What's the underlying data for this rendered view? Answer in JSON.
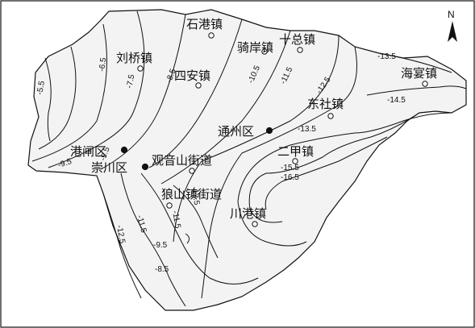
{
  "north": {
    "label": "N"
  },
  "towns": [
    {
      "name": "石港镇",
      "marker": "open"
    },
    {
      "name": "十总镇",
      "marker": "open"
    },
    {
      "name": "骑岸镇",
      "marker": "open"
    },
    {
      "name": "刘桥镇",
      "marker": "open"
    },
    {
      "name": "四安镇",
      "marker": "open"
    },
    {
      "name": "海宴镇",
      "marker": "open"
    },
    {
      "name": "东社镇",
      "marker": "open"
    },
    {
      "name": "通州区",
      "marker": "filled"
    },
    {
      "name": "港闸区",
      "marker": "filled"
    },
    {
      "name": "崇川区",
      "marker": "filled"
    },
    {
      "name": "观音山街道",
      "marker": "open"
    },
    {
      "name": "二甲镇",
      "marker": "open"
    },
    {
      "name": "狼山镇街道",
      "marker": "open"
    },
    {
      "name": "川港镇",
      "marker": "open"
    }
  ],
  "contour_labels": [
    "-5.5",
    "-6.5",
    "-7.5",
    "-8.5",
    "-9.5",
    "-10.5",
    "-11.5",
    "-12.5",
    "-13.5",
    "-13.5",
    "-14.5",
    "-15.5",
    "-16.5",
    "-12.5",
    "-11.5",
    "-11.5",
    "-9.5",
    "-8.5",
    "-12.5",
    "-9.5"
  ]
}
